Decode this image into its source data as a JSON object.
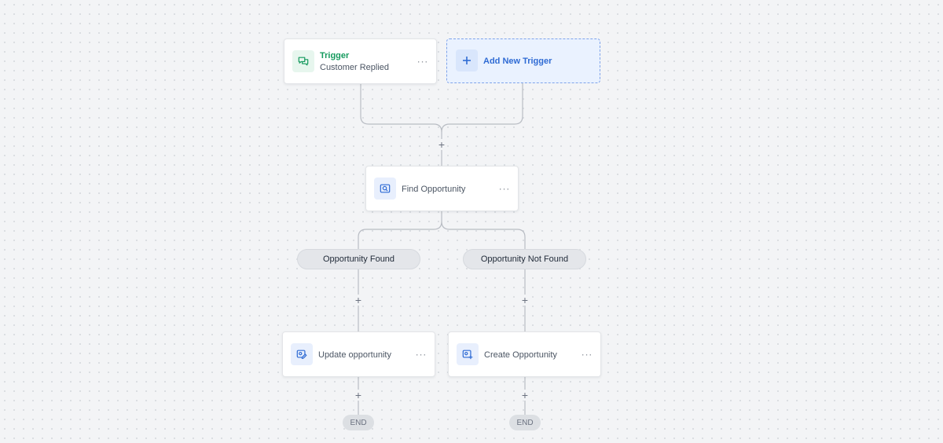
{
  "colors": {
    "trigger_accent": "#159a5e",
    "action_accent": "#2f6bd4",
    "canvas_bg": "#f3f4f6"
  },
  "trigger": {
    "title": "Trigger",
    "subtitle": "Customer Replied",
    "icon": "chat-bubbles-icon",
    "menu": "···"
  },
  "add_trigger": {
    "label": "Add New Trigger",
    "icon": "plus-icon"
  },
  "find_step": {
    "label": "Find Opportunity",
    "icon": "search-card-icon",
    "menu": "···"
  },
  "branches": {
    "found": "Opportunity Found",
    "not_found": "Opportunity Not Found"
  },
  "update_step": {
    "label": "Update opportunity",
    "icon": "edit-card-icon",
    "menu": "···"
  },
  "create_step": {
    "label": "Create Opportunity",
    "icon": "add-card-icon",
    "menu": "···"
  },
  "plus_symbol": "+",
  "end_label": "END"
}
